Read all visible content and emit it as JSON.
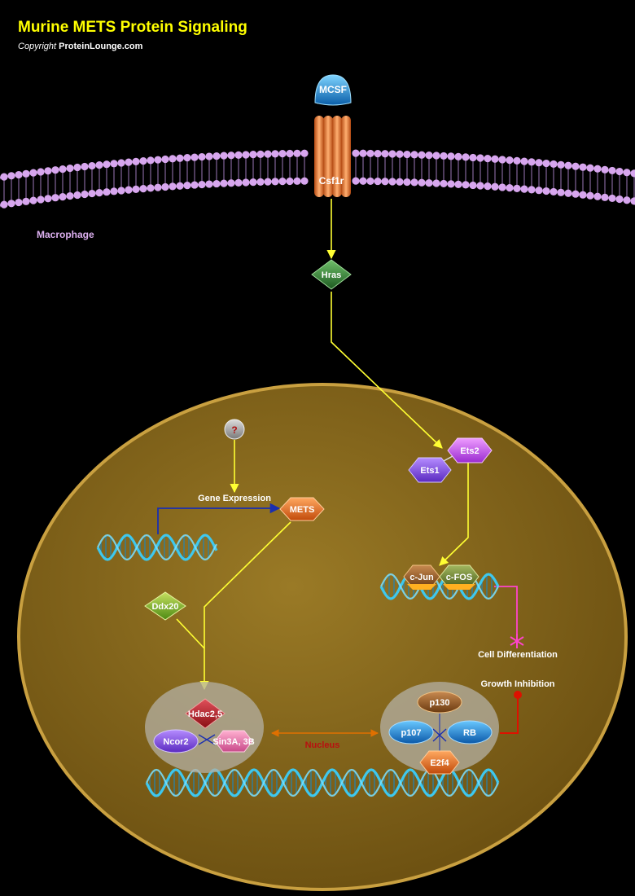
{
  "header": {
    "title": "Murine METS Protein Signaling",
    "copyright_prefix": "Copyright ",
    "copyright_site": "ProteinLounge.com"
  },
  "cell": {
    "membrane_label": "Macrophage",
    "nucleus_label": "Nucleus"
  },
  "nodes": {
    "mcsf": "MCSF",
    "csf1r": "Csf1r",
    "hras": "Hras",
    "unknown": "?",
    "mets": "METS",
    "ets1": "Ets1",
    "ets2": "Ets2",
    "cjun": "c-Jun",
    "cfos": "c-FOS",
    "ddx20": "Ddx20",
    "hdac": "Hdac2,5",
    "ncor2": "Ncor2",
    "sin3a": "Sin3A, 3B",
    "p130": "p130",
    "p107": "p107",
    "rb": "RB",
    "e2f4": "E2f4"
  },
  "labels": {
    "gene_expression": "Gene Expression",
    "cell_differentiation": "Cell Differentiation",
    "growth_inhibition": "Growth Inhibition"
  },
  "colors": {
    "title": "#ffff00",
    "membrane_head": "#d7a6ee",
    "nucleus_fill": "#8a6a1c",
    "activation_arrow": "#ffff33",
    "expression_arrow": "#1a2fb0",
    "differentiation": "#ff44cc",
    "inhibition": "#dd1100",
    "nucleus_arrow": "#e07000",
    "dna": "#3ec8ee"
  }
}
